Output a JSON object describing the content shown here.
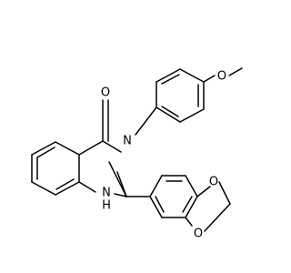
{
  "molecule": {
    "atoms": {
      "carbonyl_o": "O",
      "amide_n": "N",
      "methoxy_o": "O",
      "amine_n": "N",
      "amine_h": "H",
      "dioxole_o_top": "O",
      "dioxole_o_bottom": "O"
    }
  },
  "colors": {
    "bond": "#000000",
    "atom_label": "#000000",
    "background": "#ffffff"
  }
}
